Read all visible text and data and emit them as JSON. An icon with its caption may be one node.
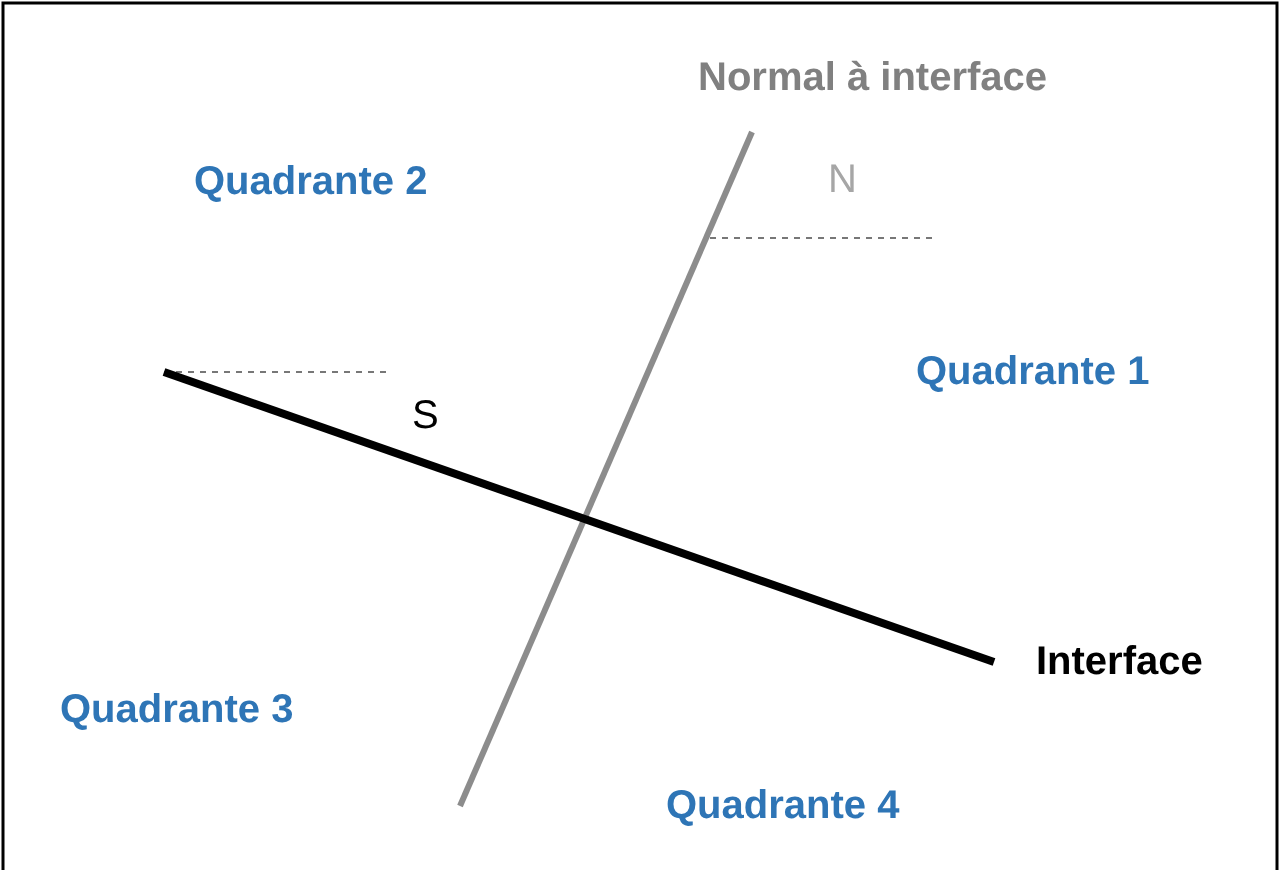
{
  "diagram": {
    "labels": [
      "Normal à interface",
      "Quadrante 2",
      "N",
      "Quadrante 1",
      "S",
      "Interface",
      "Quadrante 3",
      "Quadrante 4"
    ]
  }
}
